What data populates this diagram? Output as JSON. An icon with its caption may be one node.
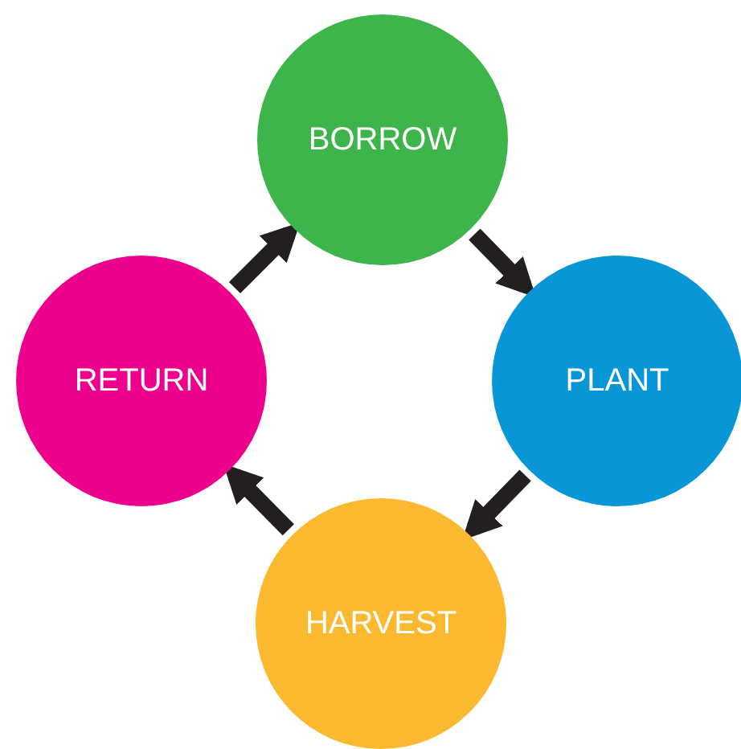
{
  "diagram": {
    "nodes": [
      {
        "text": [
          "BORROW"
        ]
      },
      {
        "text": [
          "PLANT"
        ]
      },
      {
        "text": [
          "HARVEST"
        ]
      },
      {
        "text": [
          "RETURN"
        ]
      }
    ],
    "edges": [
      {
        "from": 0,
        "to": 1,
        "arrow": "to"
      },
      {
        "from": 1,
        "to": 2,
        "arrow": "to"
      },
      {
        "from": 2,
        "to": 3,
        "arrow": "to"
      },
      {
        "from": 3,
        "to": 0,
        "arrow": "to"
      }
    ]
  }
}
